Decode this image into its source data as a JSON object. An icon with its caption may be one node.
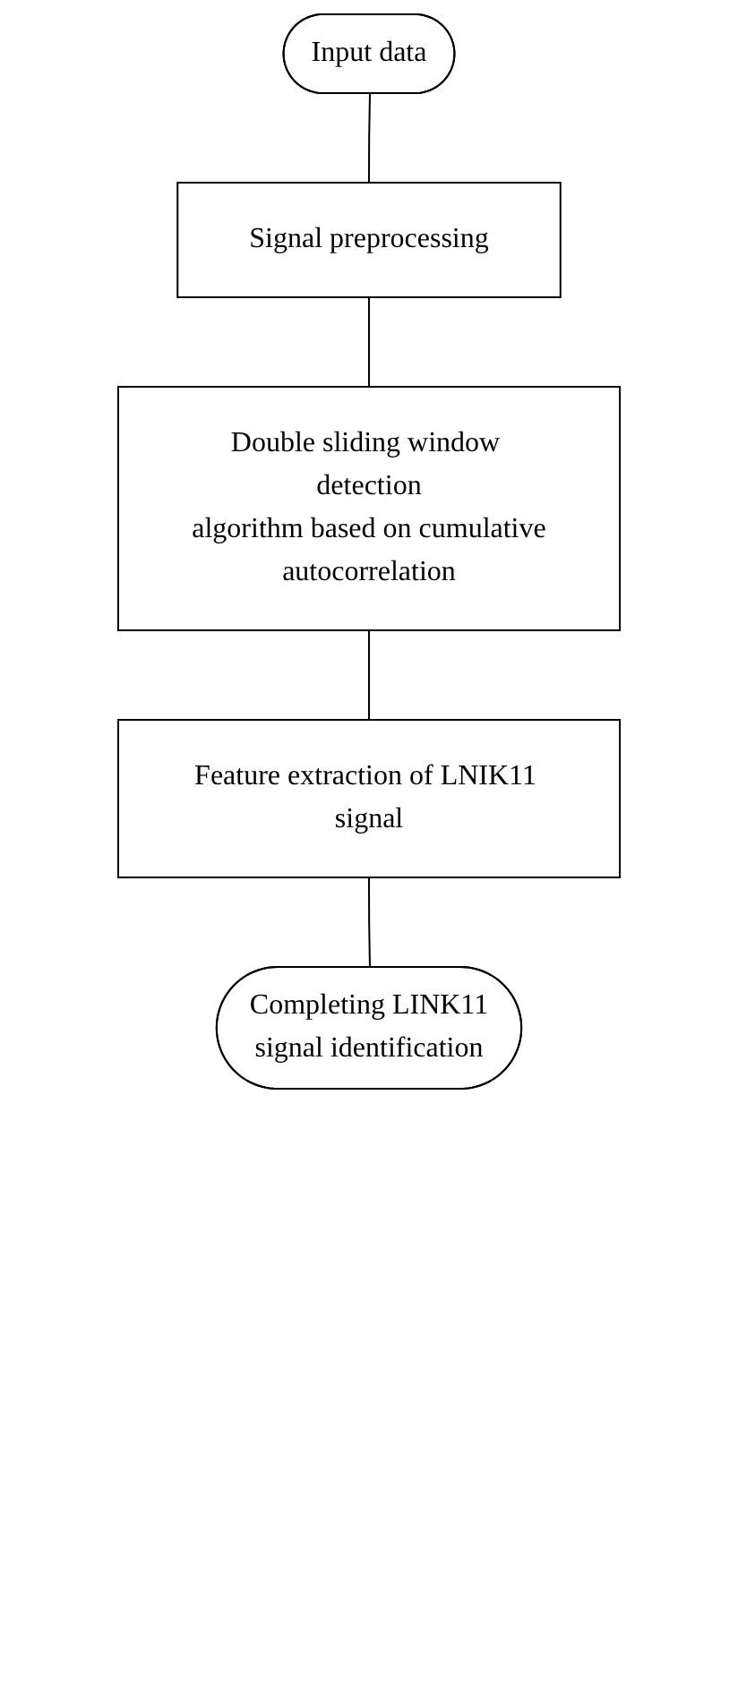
{
  "diagram": {
    "nodes": [
      {
        "text": [
          "Input data"
        ]
      },
      {
        "text": [
          "Signal preprocessing"
        ]
      },
      {
        "text": [
          "Double sliding window detection algorithm based on cumulative autocorrelation"
        ]
      },
      {
        "text": [
          "Feature extraction of LNIK11 signal"
        ]
      },
      {
        "text": [
          "Completing LINK11 signal identification"
        ]
      }
    ],
    "edges": [
      {
        "from": 0,
        "to": 1,
        "arrow": "none"
      },
      {
        "from": 1,
        "to": 2,
        "arrow": "none"
      },
      {
        "from": 2,
        "to": 3,
        "arrow": "none"
      },
      {
        "from": 3,
        "to": 4,
        "arrow": "none"
      }
    ]
  }
}
